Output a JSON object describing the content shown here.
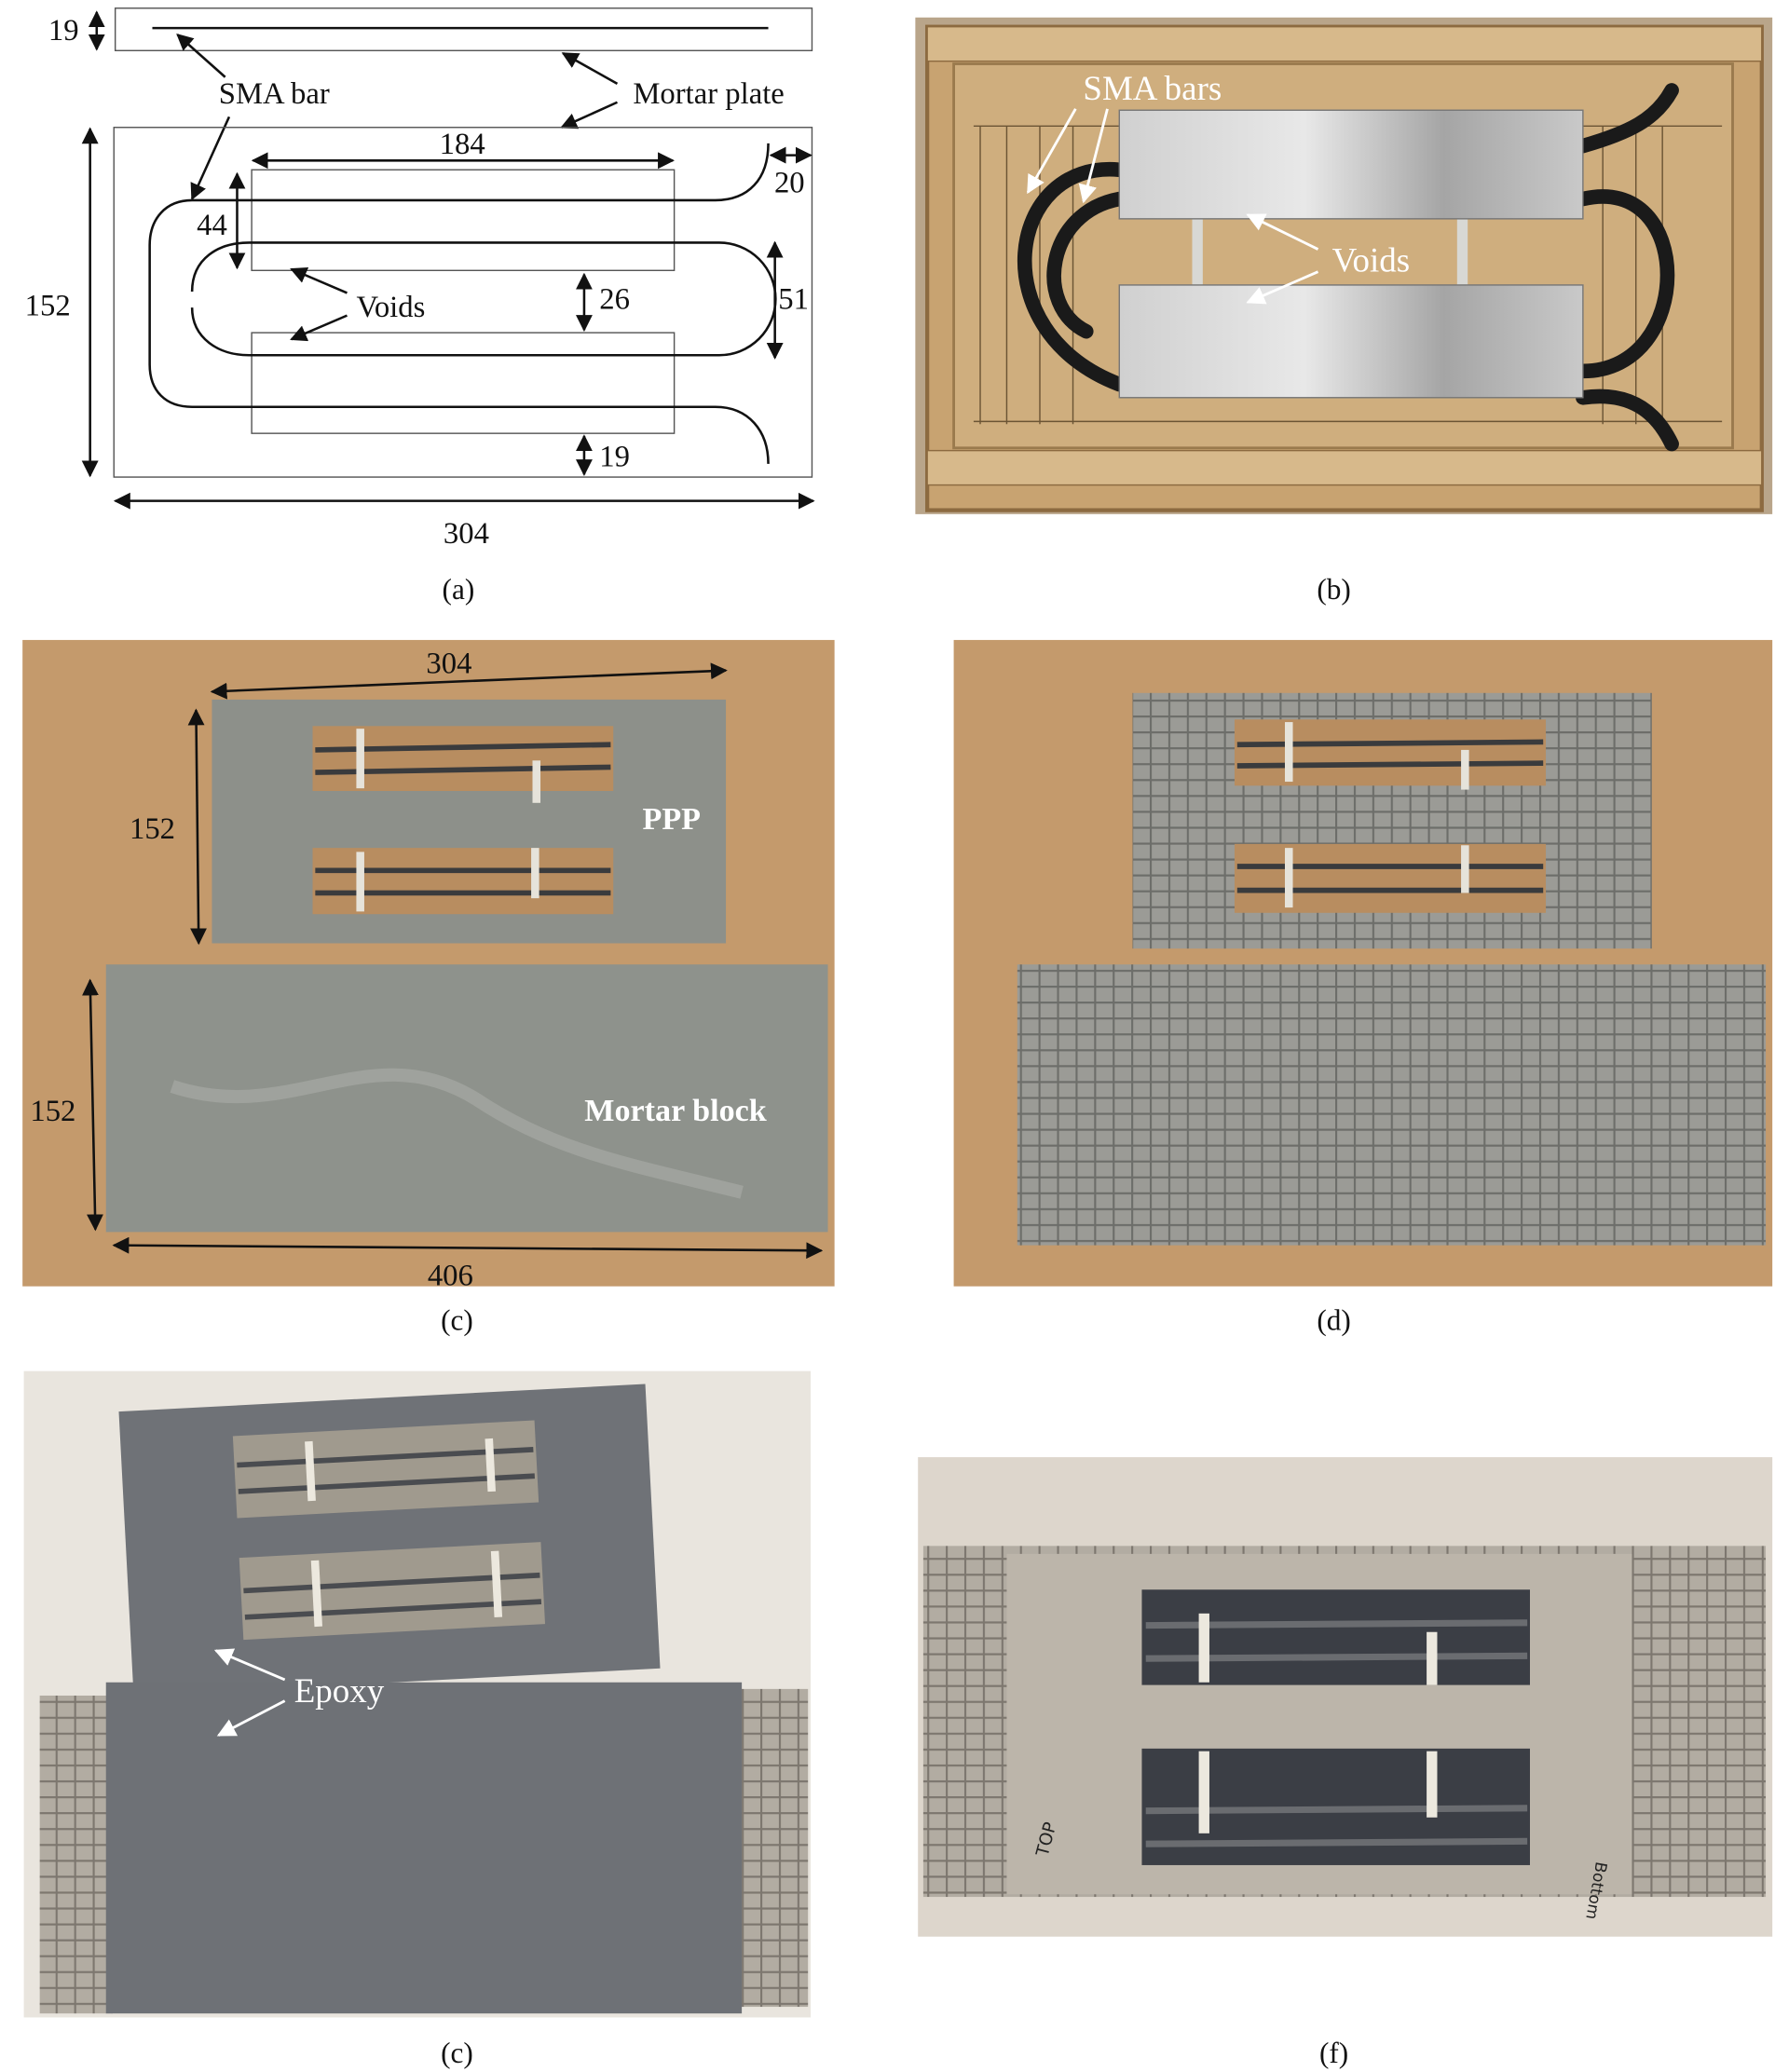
{
  "panel_a": {
    "labels": {
      "sma_bar": "SMA bar",
      "mortar_plate": "Mortar plate",
      "voids": "Voids"
    },
    "dimensions": {
      "plate_thickness": "19",
      "length_void": "184",
      "edge_right": "20",
      "void_height": "44",
      "height": "152",
      "void_gap": "26",
      "loop_height": "51",
      "edge_bottom": "19",
      "width": "304"
    },
    "caption": "(a)"
  },
  "panel_b": {
    "labels": {
      "sma_bars": "SMA bars",
      "voids": "Voids"
    },
    "caption": "(b)"
  },
  "panel_c": {
    "labels": {
      "ppp": "PPP",
      "mortar_block": "Mortar block"
    },
    "dimensions": {
      "ppp_width": "304",
      "ppp_height": "152",
      "block_height": "152",
      "block_width": "406"
    },
    "caption": "(c)"
  },
  "panel_d": {
    "caption": "(d)"
  },
  "panel_e": {
    "labels": {
      "epoxy": "Epoxy"
    },
    "caption": "(c)"
  },
  "panel_f": {
    "labels": {
      "top": "TOP",
      "bottom": "Bottom"
    },
    "caption": "(f)"
  },
  "colors": {
    "wood": "#c8a371",
    "board": "#c49a6c",
    "mortar": "#8d908a",
    "foil": "#b9b9b9",
    "epoxy": "#6e7176"
  }
}
